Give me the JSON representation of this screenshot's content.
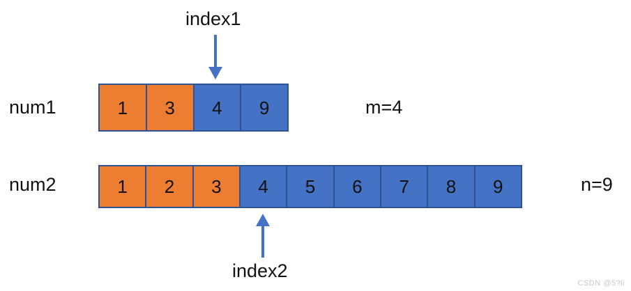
{
  "diagram": {
    "title_present": false,
    "colors": {
      "orange": "#ED7D31",
      "blue": "#4472C4",
      "cell_border": "#2E5395",
      "arrow": "#4472C4",
      "text": "#111111",
      "background": "#FFFFFF",
      "watermark": "#C8C8C8"
    },
    "rows": [
      {
        "label": "num1",
        "size_label": "m=4",
        "cells": [
          {
            "value": "1",
            "color": "orange"
          },
          {
            "value": "3",
            "color": "orange"
          },
          {
            "value": "4",
            "color": "blue"
          },
          {
            "value": "9",
            "color": "blue"
          }
        ]
      },
      {
        "label": "num2",
        "size_label": "n=9",
        "cells": [
          {
            "value": "1",
            "color": "orange"
          },
          {
            "value": "2",
            "color": "orange"
          },
          {
            "value": "3",
            "color": "orange"
          },
          {
            "value": "4",
            "color": "blue"
          },
          {
            "value": "5",
            "color": "blue"
          },
          {
            "value": "6",
            "color": "blue"
          },
          {
            "value": "7",
            "color": "blue"
          },
          {
            "value": "8",
            "color": "blue"
          },
          {
            "value": "9",
            "color": "blue"
          }
        ]
      }
    ],
    "pointers": [
      {
        "label": "index1",
        "direction": "down",
        "target_row": "num1",
        "target_boundary_after_cell": 2
      },
      {
        "label": "index2",
        "direction": "up",
        "target_row": "num2",
        "target_boundary_after_cell": 3
      }
    ],
    "watermark": "CSDN @5?li"
  }
}
